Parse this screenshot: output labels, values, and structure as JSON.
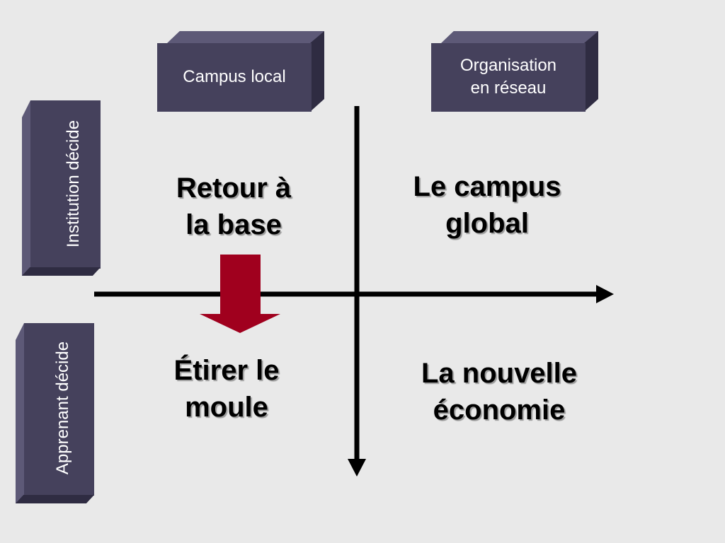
{
  "columns": {
    "left": {
      "label": "Campus local"
    },
    "right": {
      "label": "Organisation\nen réseau"
    }
  },
  "rows": {
    "top": {
      "label": "Institution décide"
    },
    "bottom": {
      "label": "Apprenant décide"
    }
  },
  "quadrants": {
    "top_left": "Retour à\nla base",
    "top_right": "Le campus\nglobal",
    "bottom_left": "Étirer le\nmoule",
    "bottom_right": "La nouvelle\néconomie"
  },
  "colors": {
    "box_fill": "#45415c",
    "arrow_red": "#a0001e",
    "axis": "#000000",
    "background": "#e9e9e9"
  }
}
